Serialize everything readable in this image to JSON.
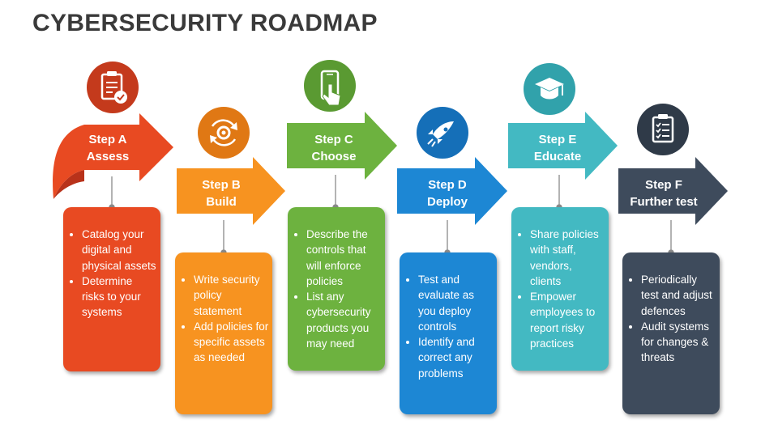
{
  "title": "CYBERSECURITY ROADMAP",
  "colors": {
    "step_a": "#e84a22",
    "step_a_dark": "#b8321a",
    "step_b": "#f79320",
    "step_b_dark": "#d06b0e",
    "step_c": "#6db23f",
    "step_c_dark": "#4e8a2a",
    "step_d": "#1d87d4",
    "step_d_dark": "#155fa5",
    "step_e": "#43b9c2",
    "step_e_dark": "#2b8f99",
    "step_f": "#3e4b5c",
    "step_f_dark": "#293441"
  },
  "steps": [
    {
      "id": "a",
      "title": "Step A",
      "subtitle": "Assess",
      "icon": "clipboard-check-icon",
      "bullets": [
        "Catalog your digital and physical assets",
        "Determine risks to your systems"
      ]
    },
    {
      "id": "b",
      "title": "Step B",
      "subtitle": "Build",
      "icon": "gear-cycle-icon",
      "bullets": [
        "Write security policy statement",
        "Add policies for specific assets as needed"
      ]
    },
    {
      "id": "c",
      "title": "Step C",
      "subtitle": "Choose",
      "icon": "mobile-touch-icon",
      "bullets": [
        "Describe the controls that will enforce policies",
        "List any cybersecurity products you may need"
      ]
    },
    {
      "id": "d",
      "title": "Step D",
      "subtitle": "Deploy",
      "icon": "rocket-icon",
      "bullets": [
        "Test and evaluate as you deploy controls",
        "Identify and correct any problems"
      ]
    },
    {
      "id": "e",
      "title": "Step E",
      "subtitle": "Educate",
      "icon": "graduation-cap-icon",
      "bullets": [
        "Share policies with staff, vendors, clients",
        "Empower employees to report risky practices"
      ]
    },
    {
      "id": "f",
      "title": "Step F",
      "subtitle": "Further test",
      "icon": "checklist-icon",
      "bullets": [
        "Periodically test and adjust defences",
        "Audit systems for changes & threats"
      ]
    }
  ]
}
